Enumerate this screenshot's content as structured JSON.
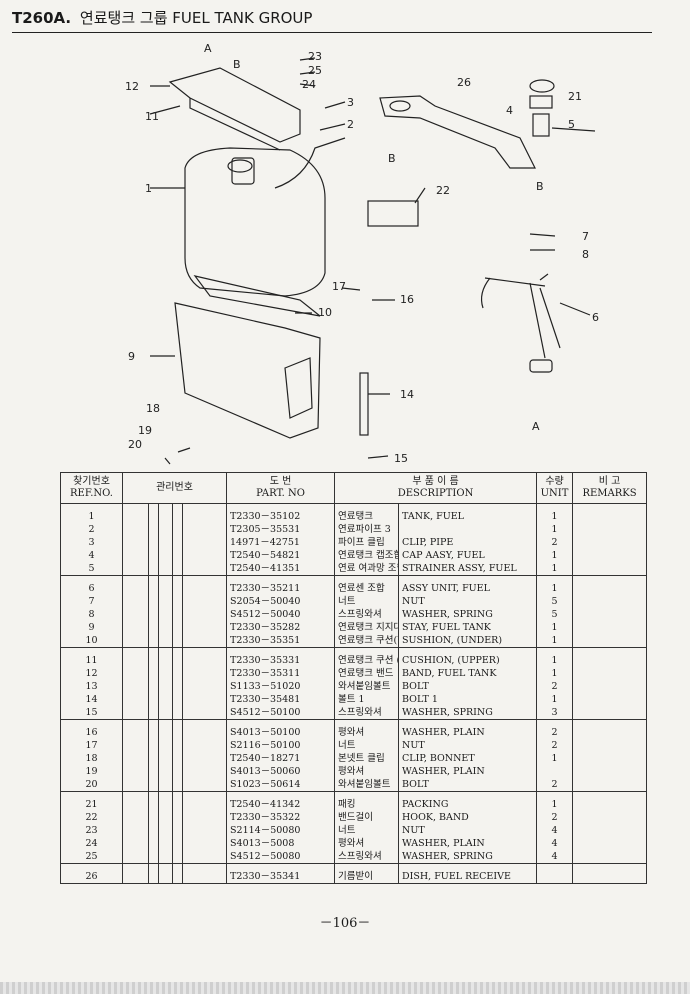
{
  "header": {
    "code": "T260A.",
    "title_ko": "연료탱크 그룹",
    "title_en": "FUEL TANK GROUP"
  },
  "diagram": {
    "callouts": [
      "A",
      "B",
      "23",
      "25",
      "24",
      "3",
      "2",
      "26",
      "4",
      "21",
      "5",
      "B",
      "12",
      "11",
      "1",
      "22",
      "7",
      "8",
      "17",
      "16",
      "10",
      "6",
      "9",
      "14",
      "18",
      "19",
      "20",
      "15",
      "A",
      "B"
    ]
  },
  "table": {
    "headers": {
      "ref_ko": "찾기번호",
      "ref_en": "REF.NO.",
      "mgmt_ko": "관리번호",
      "part_ko": "도 번",
      "part_en": "PART. NO",
      "desc_ko": "부 품 이 름",
      "desc_en": "DESCRIPTION",
      "unit_ko": "수량",
      "unit_en": "UNIT",
      "remarks_ko": "비 고",
      "remarks_en": "REMARKS"
    },
    "rows": [
      {
        "ref": "1",
        "part": "T2330－35102",
        "ko": "연료탱크",
        "en": "TANK, FUEL",
        "unit": "1"
      },
      {
        "ref": "2",
        "part": "T2305－35531",
        "ko": "연료파이프 3",
        "en": "",
        "unit": "1"
      },
      {
        "ref": "3",
        "part": "14971－42751",
        "ko": "파이프 클립",
        "en": "CLIP, PIPE",
        "unit": "2"
      },
      {
        "ref": "4",
        "part": "T2540－54821",
        "ko": "연료탱크 캡조합",
        "en": "CAP AASY, FUEL",
        "unit": "1"
      },
      {
        "ref": "5",
        "part": "T2540－41351",
        "ko": "연료 여과망 조합",
        "en": "STRAINER ASSY, FUEL",
        "unit": "1"
      },
      {
        "ref": "6",
        "part": "T2330－35211",
        "ko": "연료센 조합",
        "en": "ASSY UNIT, FUEL",
        "unit": "1"
      },
      {
        "ref": "7",
        "part": "S2054－50040",
        "ko": "너트",
        "en": "NUT",
        "unit": "5"
      },
      {
        "ref": "8",
        "part": "S4512－50040",
        "ko": "스프링와셔",
        "en": "WASHER, SPRING",
        "unit": "5"
      },
      {
        "ref": "9",
        "part": "T2330－35282",
        "ko": "연료탱크 지지대",
        "en": "STAY, FUEL TANK",
        "unit": "1"
      },
      {
        "ref": "10",
        "part": "T2330－35351",
        "ko": "연료탱크 쿠션(하)",
        "en": "SUSHION, (UNDER)",
        "unit": "1"
      },
      {
        "ref": "11",
        "part": "T2330－35331",
        "ko": "연료탱크 쿠션 (상)",
        "en": "CUSHION, (UPPER)",
        "unit": "1"
      },
      {
        "ref": "12",
        "part": "T2330－35311",
        "ko": "연료탱크 밴드",
        "en": "BAND, FUEL TANK",
        "unit": "1"
      },
      {
        "ref": "13",
        "part": "S1133－51020",
        "ko": "와셔붙임볼트",
        "en": "BOLT",
        "unit": "2"
      },
      {
        "ref": "14",
        "part": "T2330－35481",
        "ko": "볼트 1",
        "en": "BOLT 1",
        "unit": "1"
      },
      {
        "ref": "15",
        "part": "S4512－50100",
        "ko": "스프링와셔",
        "en": "WASHER, SPRING",
        "unit": "3"
      },
      {
        "ref": "16",
        "part": "S4013－50100",
        "ko": "평와셔",
        "en": "WASHER, PLAIN",
        "unit": "2"
      },
      {
        "ref": "17",
        "part": "S2116－50100",
        "ko": "너트",
        "en": "NUT",
        "unit": "2"
      },
      {
        "ref": "18",
        "part": "T2540－18271",
        "ko": "본넷트 클립",
        "en": "CLIP, BONNET",
        "unit": "1"
      },
      {
        "ref": "19",
        "part": "S4013－50060",
        "ko": "평와셔",
        "en": "WASHER, PLAIN",
        "unit": ""
      },
      {
        "ref": "20",
        "part": "S1023－50614",
        "ko": "와셔붙임볼트",
        "en": "BOLT",
        "unit": "2"
      },
      {
        "ref": "21",
        "part": "T2540－41342",
        "ko": "패킹",
        "en": "PACKING",
        "unit": "1"
      },
      {
        "ref": "22",
        "part": "T2330－35322",
        "ko": "밴드걸이",
        "en": "HOOK, BAND",
        "unit": "2"
      },
      {
        "ref": "23",
        "part": "S2114－50080",
        "ko": "너트",
        "en": "NUT",
        "unit": "4"
      },
      {
        "ref": "24",
        "part": "S4013－5008",
        "ko": "평와셔",
        "en": "WASHER, PLAIN",
        "unit": "4"
      },
      {
        "ref": "25",
        "part": "S4512－50080",
        "ko": "스프링와셔",
        "en": "WASHER, SPRING",
        "unit": "4"
      },
      {
        "ref": "26",
        "part": "T2330－35341",
        "ko": "기름받이",
        "en": "DISH, FUEL RECEIVE",
        "unit": ""
      }
    ]
  },
  "footer": {
    "page": "－106－"
  }
}
